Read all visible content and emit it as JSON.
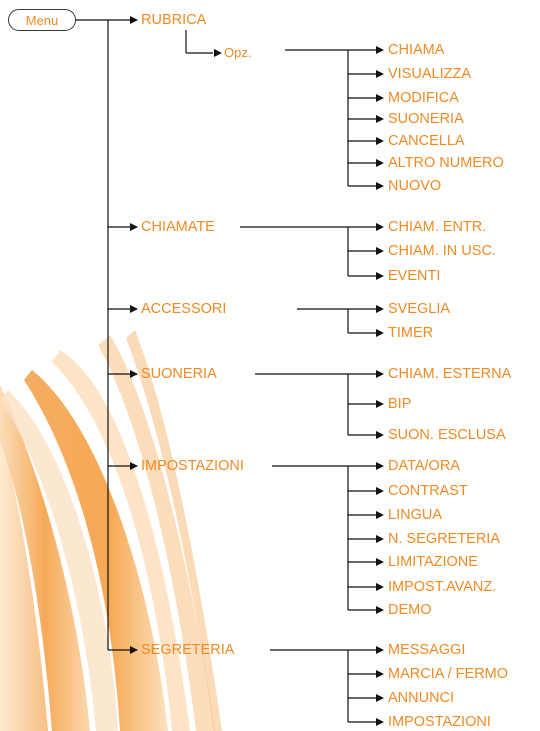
{
  "menu_label": "Menu",
  "colors": {
    "accent": "#f08a24",
    "line": "#111111",
    "swoosh": "#f39a3a"
  },
  "rubrica": {
    "label": "RUBRICA",
    "sub_label": "Opz.",
    "items": [
      "CHIAMA",
      "VISUALIZZA",
      "MODIFICA",
      "SUONERIA",
      "CANCELLA",
      "ALTRO NUMERO",
      "NUOVO"
    ]
  },
  "chiamate": {
    "label": "CHIAMATE",
    "items": [
      "CHIAM. ENTR.",
      "CHIAM. IN USC.",
      "EVENTI"
    ]
  },
  "accessori": {
    "label": "ACCESSORI",
    "items": [
      "SVEGLIA",
      "TIMER"
    ]
  },
  "suoneria": {
    "label": "SUONERIA",
    "items": [
      "CHIAM. ESTERNA",
      "BIP",
      "SUON. ESCLUSA"
    ]
  },
  "impostazioni": {
    "label": "IMPOSTAZIONI",
    "items": [
      "DATA/ORA",
      "CONTRAST",
      "LINGUA",
      "N. SEGRETERIA",
      "LIMITAZIONE",
      "IMPOST.AVANZ.",
      "DEMO"
    ]
  },
  "segreteria": {
    "label": "SEGRETERIA",
    "items": [
      "MESSAGGI",
      "MARCIA / FERMO",
      "ANNUNCI",
      "IMPOSTAZIONI"
    ]
  }
}
